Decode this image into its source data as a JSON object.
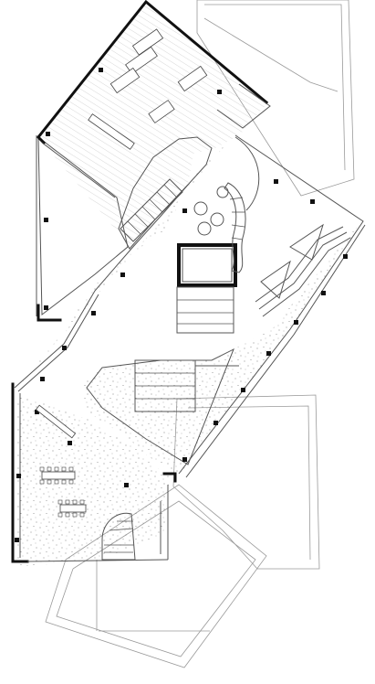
{
  "drawing": {
    "kind": "architectural floor plan",
    "colors": {
      "background": "#ffffff",
      "walls": "#111111",
      "thin_lines": "#9a9a9a",
      "speckle": "#707070",
      "hatch": "#bdbdbd"
    },
    "features": [
      "hatched-upper-wing",
      "speckled-central-atrium",
      "curved-void",
      "core-block",
      "spiral-stair",
      "conference-tables",
      "staircases",
      "structural-columns",
      "neighbouring-buildings-outline"
    ]
  }
}
